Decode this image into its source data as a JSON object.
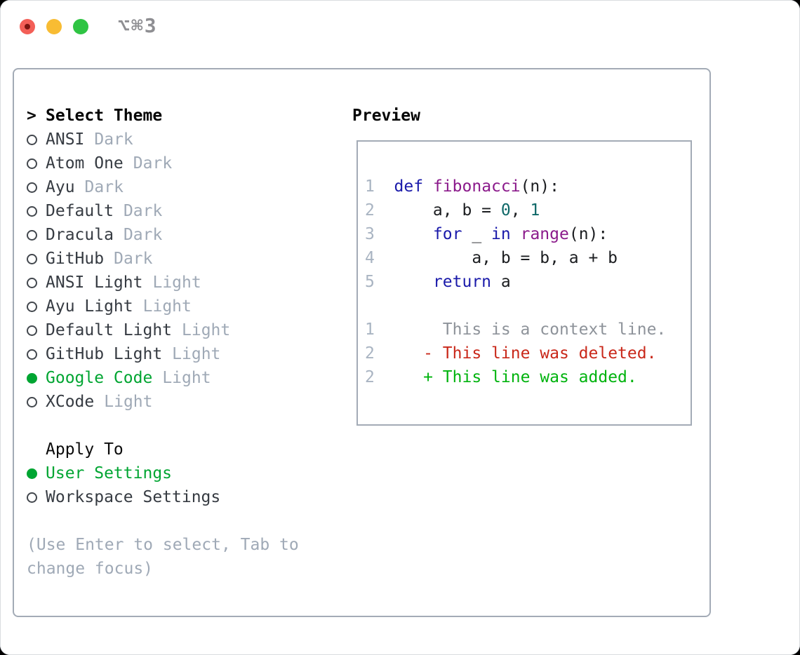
{
  "titlebar": {
    "shortcut": "⌥⌘3",
    "traffic_lights": [
      "close",
      "minimize",
      "zoom"
    ]
  },
  "panel": {
    "select_theme": {
      "marker": ">",
      "title": "Select Theme"
    },
    "themes": [
      {
        "name": "ANSI",
        "variant": "Dark",
        "selected": false
      },
      {
        "name": "Atom One",
        "variant": "Dark",
        "selected": false
      },
      {
        "name": "Ayu",
        "variant": "Dark",
        "selected": false
      },
      {
        "name": "Default",
        "variant": "Dark",
        "selected": false
      },
      {
        "name": "Dracula",
        "variant": "Dark",
        "selected": false
      },
      {
        "name": "GitHub",
        "variant": "Dark",
        "selected": false
      },
      {
        "name": "ANSI Light",
        "variant": "Light",
        "selected": false
      },
      {
        "name": "Ayu Light",
        "variant": "Light",
        "selected": false
      },
      {
        "name": "Default Light",
        "variant": "Light",
        "selected": false
      },
      {
        "name": "GitHub Light",
        "variant": "Light",
        "selected": false
      },
      {
        "name": "Google Code",
        "variant": "Light",
        "selected": true
      },
      {
        "name": "XCode",
        "variant": "Light",
        "selected": false
      }
    ],
    "apply_to": {
      "title": "Apply To",
      "options": [
        {
          "name": "User Settings",
          "selected": true
        },
        {
          "name": "Workspace Settings",
          "selected": false
        }
      ]
    },
    "hint": "(Use Enter to select, Tab to change focus)"
  },
  "preview": {
    "title": "Preview",
    "code_lines": [
      [
        [
          "ln",
          "1  "
        ],
        [
          "kw",
          "def"
        ],
        [
          "pl",
          " "
        ],
        [
          "fn",
          "fibonacci"
        ],
        [
          "pl",
          "(n):"
        ]
      ],
      [
        [
          "ln",
          "2  "
        ],
        [
          "pl",
          "    a, b = "
        ],
        [
          "num",
          "0"
        ],
        [
          "pl",
          ", "
        ],
        [
          "num",
          "1"
        ]
      ],
      [
        [
          "ln",
          "3  "
        ],
        [
          "pl",
          "    "
        ],
        [
          "kw",
          "for"
        ],
        [
          "pl",
          " _ "
        ],
        [
          "kw",
          "in"
        ],
        [
          "pl",
          " "
        ],
        [
          "fn",
          "range"
        ],
        [
          "pl",
          "(n):"
        ]
      ],
      [
        [
          "ln",
          "4  "
        ],
        [
          "pl",
          "        a, b = b, a + b"
        ]
      ],
      [
        [
          "ln",
          "5  "
        ],
        [
          "pl",
          "    "
        ],
        [
          "kw",
          "return"
        ],
        [
          "pl",
          " a"
        ]
      ]
    ],
    "diff_lines": [
      [
        [
          "ln",
          "1       "
        ],
        [
          "ctx",
          "This is a context line."
        ]
      ],
      [
        [
          "ln",
          "2     "
        ],
        [
          "del",
          "- This line was deleted."
        ]
      ],
      [
        [
          "ln",
          "2     "
        ],
        [
          "add",
          "+ This line was added."
        ]
      ]
    ]
  },
  "colors": {
    "accent_green": "#00a532",
    "muted_gray": "#9fa9b6",
    "text_dark": "#363b42",
    "border_gray": "#a3abb6",
    "traffic": {
      "red": "#f35f57",
      "yellow": "#f8bc33",
      "green": "#2fc443"
    },
    "tokens": {
      "ln": "#a9b4c2",
      "kw": "#1a1aaa",
      "fn": "#8b1a8b",
      "num": "#0e6868",
      "pl": "#1b1d20",
      "ctx": "#8e939a",
      "del": "#c9281a",
      "add": "#00b30e"
    }
  }
}
